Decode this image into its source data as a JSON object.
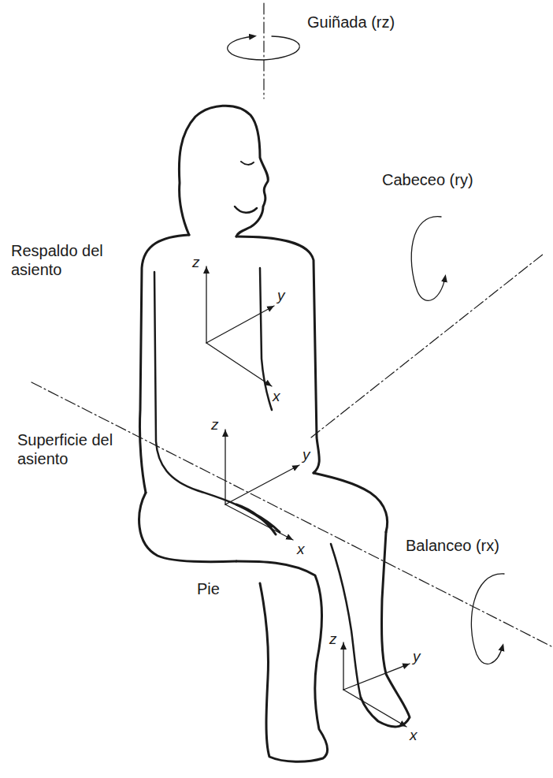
{
  "diagram": {
    "labels": [
      "Guiñada (rz)",
      "z",
      "y",
      "x",
      "Respaldo del asiento",
      "Cabeceo (ry)",
      "z",
      "y",
      "x",
      "Superficie del asiento",
      "Balanceo (rx)",
      "z",
      "y",
      "x",
      "Pie"
    ]
  }
}
